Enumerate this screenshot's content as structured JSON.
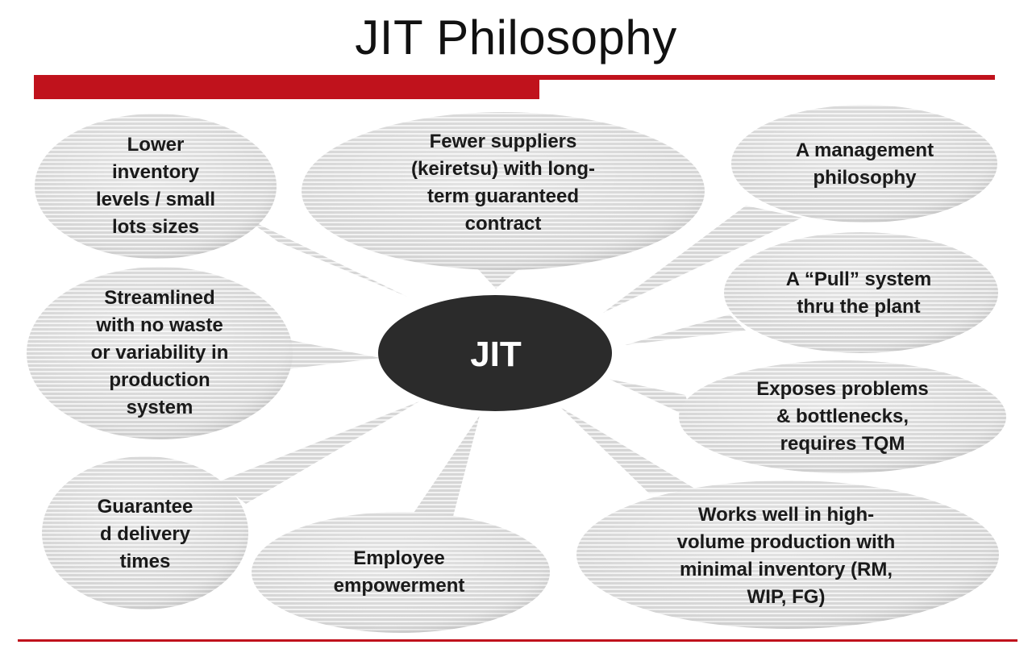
{
  "title": "JIT Philosophy",
  "center": "JIT",
  "bubbles": [
    {
      "id": "lower-inventory",
      "lines": [
        "Lower",
        "inventory",
        "levels / small",
        "lots sizes"
      ]
    },
    {
      "id": "fewer-suppliers",
      "lines": [
        "Fewer suppliers",
        "(keiretsu) with long-",
        "term guaranteed",
        "contract"
      ]
    },
    {
      "id": "management-philosophy",
      "lines": [
        "A management",
        "philosophy"
      ]
    },
    {
      "id": "pull-system",
      "lines": [
        "A “Pull” system",
        "thru the plant"
      ]
    },
    {
      "id": "streamlined",
      "lines": [
        "Streamlined",
        "with no waste",
        "or variability in",
        "production",
        "system"
      ]
    },
    {
      "id": "exposes-problems",
      "lines": [
        "Exposes problems",
        "& bottlenecks,",
        "requires TQM"
      ]
    },
    {
      "id": "guaranteed-delivery",
      "lines": [
        "Guarantee",
        "d delivery",
        "times"
      ]
    },
    {
      "id": "employee-empowerment",
      "lines": [
        "Employee",
        "empowerment"
      ]
    },
    {
      "id": "high-volume",
      "lines": [
        "Works well in high-",
        "volume production with",
        "minimal inventory (RM,",
        "WIP, FG)"
      ]
    }
  ],
  "colors": {
    "accent": "#c0121c",
    "center_fill": "#2b2b2b",
    "bubble_fill": "#d9d9d9",
    "bubble_stripe": "#f3f3f3"
  }
}
